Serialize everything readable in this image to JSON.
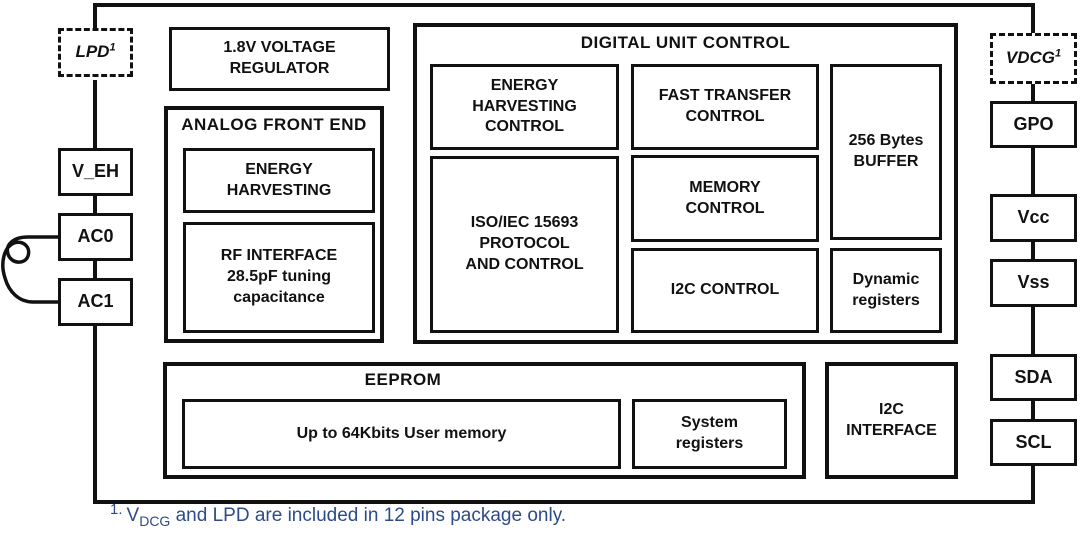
{
  "figure": {
    "type": "chip-block-diagram",
    "colors": {
      "line": "#111111",
      "background": "#ffffff",
      "footnote_text": "#2d4b8c"
    },
    "pins": {
      "left": [
        {
          "label": "LPD",
          "sup": "1",
          "dashed": true
        },
        {
          "label": "V_EH"
        },
        {
          "label": "AC0"
        },
        {
          "label": "AC1"
        }
      ],
      "right": [
        {
          "label": "VDCG",
          "sup": "1",
          "dashed": true
        },
        {
          "label": "GPO"
        },
        {
          "label": "Vcc"
        },
        {
          "label": "Vss"
        },
        {
          "label": "SDA"
        },
        {
          "label": "SCL"
        }
      ]
    },
    "blocks": {
      "voltage_regulator": "1.8V VOLTAGE\nREGULATOR",
      "analog_front_end": {
        "title": "ANALOG FRONT END",
        "energy_harvesting": "ENERGY\nHARVESTING",
        "rf_interface": "RF INTERFACE\n28.5pF tuning\ncapacitance"
      },
      "digital_unit_control": {
        "title": "DIGITAL UNIT CONTROL",
        "energy_harvesting_control": "ENERGY\nHARVESTING\nCONTROL",
        "fast_transfer_control": "FAST TRANSFER\nCONTROL",
        "buffer": "256 Bytes\nBUFFER",
        "iso_protocol": "ISO/IEC 15693\nPROTOCOL\nAND CONTROL",
        "memory_control": "MEMORY\nCONTROL",
        "i2c_control": "I2C CONTROL",
        "dynamic_registers": "Dynamic\nregisters"
      },
      "eeprom": {
        "title": "EEPROM",
        "user_memory": "Up to 64Kbits User memory",
        "system_registers": "System\nregisters"
      },
      "i2c_interface": "I2C\nINTERFACE"
    },
    "footnote": {
      "marker": "1.",
      "v_symbol": "V",
      "v_sub": "DCG",
      "text": " and LPD are included in 12 pins package only."
    }
  }
}
